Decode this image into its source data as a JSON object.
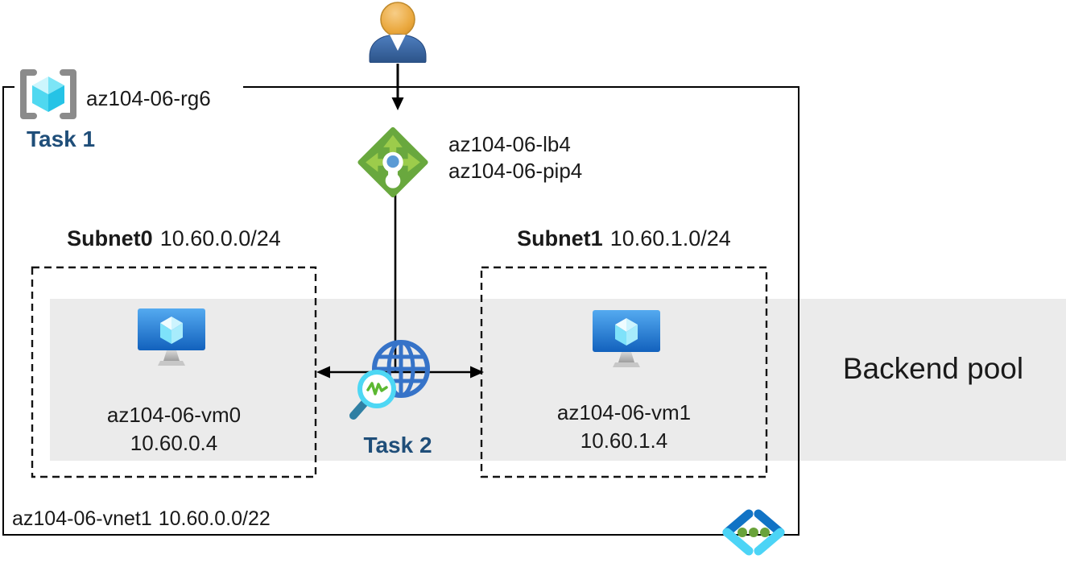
{
  "diagram": {
    "resource_group": {
      "name": "az104-06-rg6",
      "task_label": "Task 1"
    },
    "load_balancer": {
      "name": "az104-06-lb4",
      "public_ip": "az104-06-pip4",
      "task_label": "Task 2"
    },
    "subnets": [
      {
        "name": "Subnet0",
        "cidr": "10.60.0.0/24",
        "vm_name": "az104-06-vm0",
        "vm_ip": "10.60.0.4"
      },
      {
        "name": "Subnet1",
        "cidr": "10.60.1.0/24",
        "vm_name": "az104-06-vm1",
        "vm_ip": "10.60.1.4"
      }
    ],
    "backend_pool_label": "Backend pool",
    "vnet": {
      "name": "az104-06-vnet1",
      "cidr": "10.60.0.0/22"
    },
    "icons": {
      "user": "user-icon",
      "resource_group": "resource-group-icon",
      "load_balancer": "load-balancer-icon",
      "virtual_machine": "virtual-machine-icon",
      "probe": "globe-probe-icon",
      "virtual_network": "virtual-network-icon"
    },
    "colors": {
      "task_text": "#1f4e79",
      "backend_band": "#ebebeb",
      "lb_green": "#69a83e",
      "lb_arrow_green": "#9ccc4b",
      "lb_dot_blue": "#5b9bd5",
      "vm_screen_blue": "#1f6fc9",
      "cube_cyan": "#4fd8f0",
      "globe_blue": "#3673c8",
      "magnifier_cyan": "#4ed7f4",
      "probe_zigzag_green": "#5cb832",
      "vnet_dark_blue": "#1173c5",
      "vnet_cyan": "#4cd4f6",
      "vnet_dot_green": "#69a23a",
      "user_head_orange": "#e9a63f",
      "user_body_blue": "#3a68a8",
      "line_black": "#000000"
    }
  }
}
